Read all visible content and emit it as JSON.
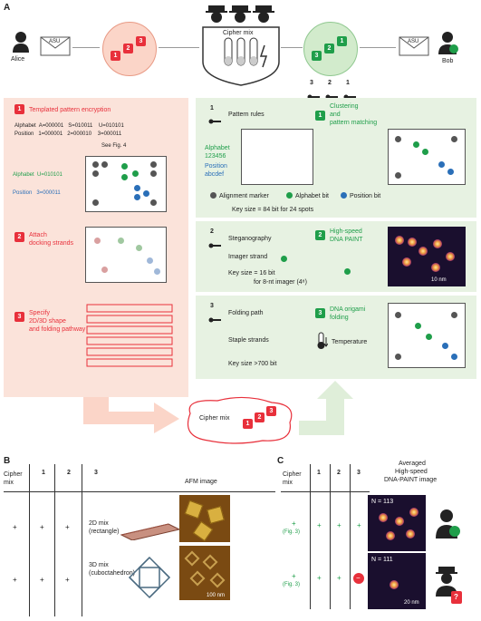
{
  "panel_a": {
    "letter": "A",
    "alice": "Alice",
    "bob": "Bob",
    "asu_left": "ASU",
    "asu_right": "ASU",
    "cipher_mix_top": "Cipher mix",
    "lock_nums": [
      "1",
      "2",
      "3"
    ],
    "key_nums_top": [
      "3",
      "2",
      "1"
    ],
    "left": {
      "step1_title": "Templated pattern encryption",
      "alphabet_row": "Alphabet  A=000001   S=010011    U=010101",
      "position_row": "Position   1=000001   2=000010    3=000011",
      "see_fig": "See Fig. 4",
      "alphabet_u": "Alphabet  U=010101",
      "position_3": "Position   3=000011",
      "step2_title_1": "Attach",
      "step2_title_2": "docking strands",
      "step3_title_1": "Specify",
      "step3_title_2": "2D/3D shape",
      "step3_title_3": "and folding pathway"
    },
    "right": {
      "k1_label": "Pattern rules",
      "g1_title_1": "Clustering",
      "g1_title_2": "and",
      "g1_title_3": "pattern matching",
      "alphabet_label": "Alphabet",
      "alphabet_digits": "123456",
      "position_label": "Position",
      "position_letters": "abcdef",
      "legend_alignment": "Alignment marker",
      "legend_alphabet": "Alphabet bit",
      "legend_position": "Position bit",
      "key_size_1": "Key size = 84 bit for 24 spots",
      "k2_label": "Steganography",
      "g2_title_1": "High-speed",
      "g2_title_2": "DNA PAINT",
      "imager_strand": "Imager strand",
      "key_size_2a": "Key size = 16 bit",
      "key_size_2b": "for 8-nt imager (4⁸)",
      "scale_10nm": "10 nm",
      "k3_label": "Folding path",
      "g3_title_1": "DNA origami",
      "g3_title_2": "folding",
      "staple_strands": "Staple strands",
      "temperature": "Temperature",
      "key_size_3": "Key size >700 bit"
    },
    "cipher_mix_bottom": "Cipher mix"
  },
  "panel_b": {
    "letter": "B",
    "header_cipher": "Cipher",
    "header_mix": "mix",
    "header_keys": [
      "1",
      "2",
      "3"
    ],
    "header_afm": "AFM image",
    "rows": [
      {
        "cipher": "+",
        "k1": "+",
        "k2": "+",
        "k3": "2D mix",
        "k3b": "(rectangle)"
      },
      {
        "cipher": "+",
        "k1": "+",
        "k2": "+",
        "k3": "3D mix",
        "k3b": "(cuboctahedron)"
      }
    ],
    "scale_100nm": "100 nm"
  },
  "panel_c": {
    "letter": "C",
    "header_cipher": "Cipher",
    "header_mix": "mix",
    "header_keys": [
      "1",
      "2",
      "3"
    ],
    "header_img_1": "Averaged",
    "header_img_2": "High-speed",
    "header_img_3": "DNA-PAINT image",
    "rows": [
      {
        "cipher": "+",
        "fig": "(Fig. 3)",
        "k1": "+",
        "k2": "+",
        "k3": "+",
        "n": "N = 113"
      },
      {
        "cipher": "+",
        "fig": "(Fig. 3)",
        "k1": "+",
        "k2": "+",
        "k3": "−",
        "n": "N = 111"
      }
    ],
    "scale_20nm": "20 nm",
    "question": "?"
  },
  "colors": {
    "red": "#e8303b",
    "green": "#1f9e4a",
    "blue": "#2a6fb8",
    "pink_bg": "#fbe3da",
    "green_bg": "#e7f2e2"
  }
}
